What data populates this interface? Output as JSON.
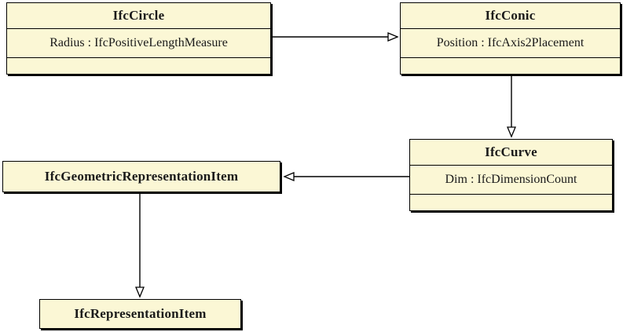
{
  "diagram": {
    "type": "uml-class-inheritance",
    "classes": [
      {
        "id": "ifc-circle",
        "name": "IfcCircle",
        "attribute": "Radius : IfcPositiveLengthMeasure"
      },
      {
        "id": "ifc-conic",
        "name": "IfcConic",
        "attribute": "Position : IfcAxis2Placement"
      },
      {
        "id": "ifc-curve",
        "name": "IfcCurve",
        "attribute": "Dim : IfcDimensionCount"
      },
      {
        "id": "ifc-geometric-representation-item",
        "name": "IfcGeometricRepresentationItem"
      },
      {
        "id": "ifc-representation-item",
        "name": "IfcRepresentationItem"
      }
    ],
    "relations": [
      {
        "from": "IfcCircle",
        "to": "IfcConic",
        "type": "supertype-arrow"
      },
      {
        "from": "IfcConic",
        "to": "IfcCurve",
        "type": "supertype-arrow"
      },
      {
        "from": "IfcCurve",
        "to": "IfcGeometricRepresentationItem",
        "type": "supertype-arrow"
      },
      {
        "from": "IfcGeometricRepresentationItem",
        "to": "IfcRepresentationItem",
        "type": "supertype-arrow"
      }
    ]
  },
  "colors": {
    "box_fill": "#FBF7D5",
    "box_border": "#000000",
    "canvas_background": "#FFFFFF",
    "arrow": "#000000"
  }
}
